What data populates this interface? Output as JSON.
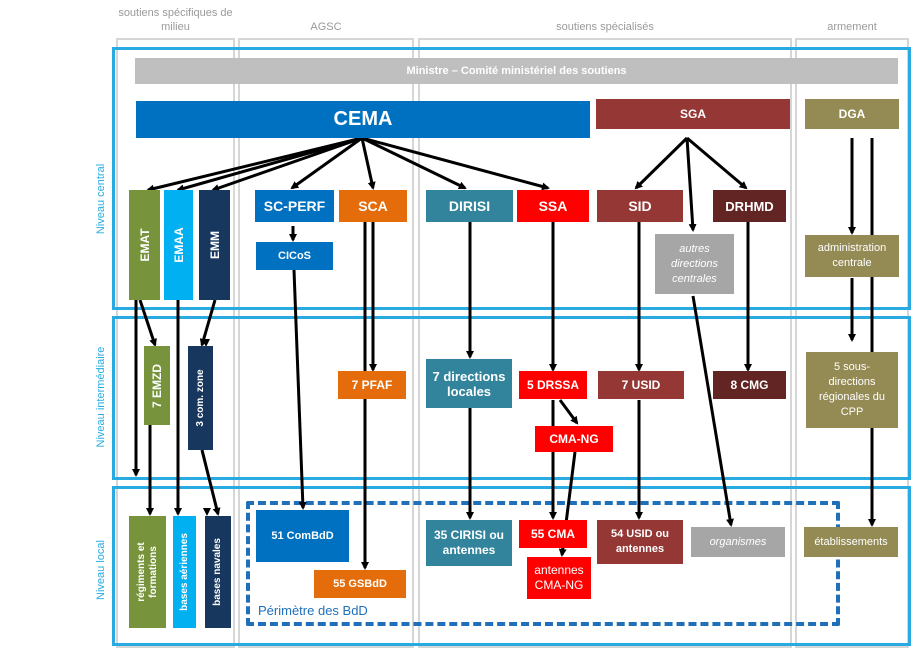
{
  "columns": {
    "milieu": "soutiens spécifiques de milieu",
    "agsc": "AGSC",
    "specialises": "soutiens spécialisés",
    "armement": "armement"
  },
  "levels": {
    "central": "Niveau central",
    "intermediaire": "Niveau intermédiaire",
    "local": "Niveau local"
  },
  "boxes": {
    "ministre": "Ministre – Comité ministériel des soutiens",
    "cema": "CEMA",
    "sga": "SGA",
    "dga": "DGA",
    "emat": "EMAT",
    "emaa": "EMAA",
    "emm": "EMM",
    "scperf": "SC-PERF",
    "cicos": "CICoS",
    "sca": "SCA",
    "dirisi": "DIRISI",
    "ssa": "SSA",
    "sid": "SID",
    "drhmd": "DRHMD",
    "autres": "autres directions centrales",
    "admin": "administration centrale",
    "emzd": "7 EMZD",
    "comzone": "3 com. zone",
    "pfaf": "7 PFAF",
    "dirloc": "7 directions locales",
    "drssa": "5 DRSSA",
    "usid": "7 USID",
    "cmg": "8 CMG",
    "cpp": "5 sous-directions régionales du CPP",
    "cmang": "CMA-NG",
    "regiments": "régiments et formations",
    "basesaer": "bases aériennes",
    "basesnav": "bases navales",
    "combdd": "51 ComBdD",
    "gsbdd": "55 GSBdD",
    "cirisi": "35 CIRISI ou antennes",
    "cma55": "55 CMA",
    "antennes": "antennes CMA-NG",
    "usidant": "54 USID ou antennes",
    "organismes": "organismes",
    "etab": "établissements",
    "perimetre": "Périmètre des BdD"
  }
}
